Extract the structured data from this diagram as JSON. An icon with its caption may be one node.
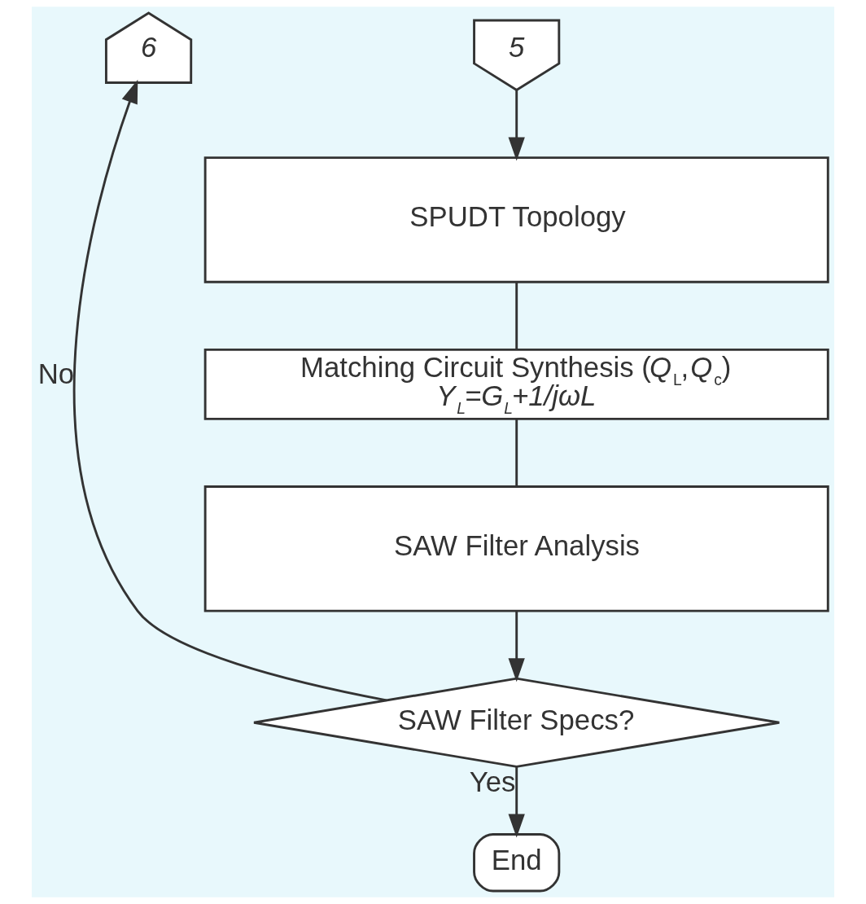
{
  "diagram": {
    "nodes": [
      {
        "text": [
          "6"
        ]
      },
      {
        "text": [
          "5"
        ]
      },
      {
        "text": [
          "SPUDT Topology"
        ]
      },
      {
        "text": [
          "Matching Circuit Synthesis (*Q*$_{L}$,*Q*$_{c}$)",
          "Y$_{L}$=G$_{L}$+1/jωL"
        ]
      },
      {
        "text": [
          "SAW Filter Analysis"
        ]
      },
      {
        "text": [
          "SAW Filter Specs?"
        ]
      },
      {
        "text": [
          "End"
        ]
      }
    ],
    "edges": [
      {
        "from": 1,
        "to": 2,
        "arrow": "to"
      },
      {
        "from": 2,
        "to": 3,
        "arrow": "none"
      },
      {
        "from": 3,
        "to": 4,
        "arrow": "none"
      },
      {
        "from": 4,
        "to": 5,
        "arrow": "to"
      },
      {
        "from": 5,
        "to": 0,
        "arrow": "to",
        "label": "No"
      },
      {
        "from": 5,
        "to": 6,
        "arrow": "to",
        "label": "Yes"
      }
    ]
  }
}
